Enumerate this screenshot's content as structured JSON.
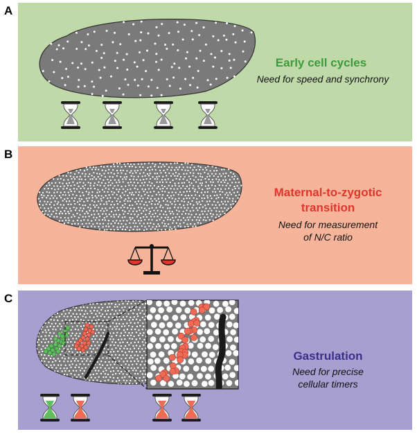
{
  "colors": {
    "panel_a_bg": "#bfd9a9",
    "panel_b_bg": "#f6b59a",
    "panel_c_bg": "#a79fcf",
    "embryo_fill": "#7a7a7a",
    "green_title": "#3c9a3c",
    "red_title": "#e0352b",
    "blue_title": "#3b2f8c",
    "green_cells": "#5fbf5f",
    "red_cells": "#ef6b55"
  },
  "panels": {
    "a": {
      "letter": "A",
      "title": "Early cell cycles",
      "subtitle": "Need for speed and synchrony",
      "icons": [
        "hourglass-icon",
        "hourglass-icon",
        "hourglass-icon",
        "hourglass-icon"
      ]
    },
    "b": {
      "letter": "B",
      "title_line1": "Maternal-to-zygotic",
      "title_line2": "transition",
      "subtitle_line1": "Need for measurement",
      "subtitle_line2": "of N/C ratio",
      "icons": [
        "balance-scale-icon"
      ]
    },
    "c": {
      "letter": "C",
      "title": "Gastrulation",
      "subtitle_line1": "Need for precise",
      "subtitle_line2": "cellular timers",
      "icons": [
        "hourglass-green-icon",
        "hourglass-red-icon",
        "hourglass-red-icon",
        "hourglass-red-icon"
      ]
    }
  }
}
